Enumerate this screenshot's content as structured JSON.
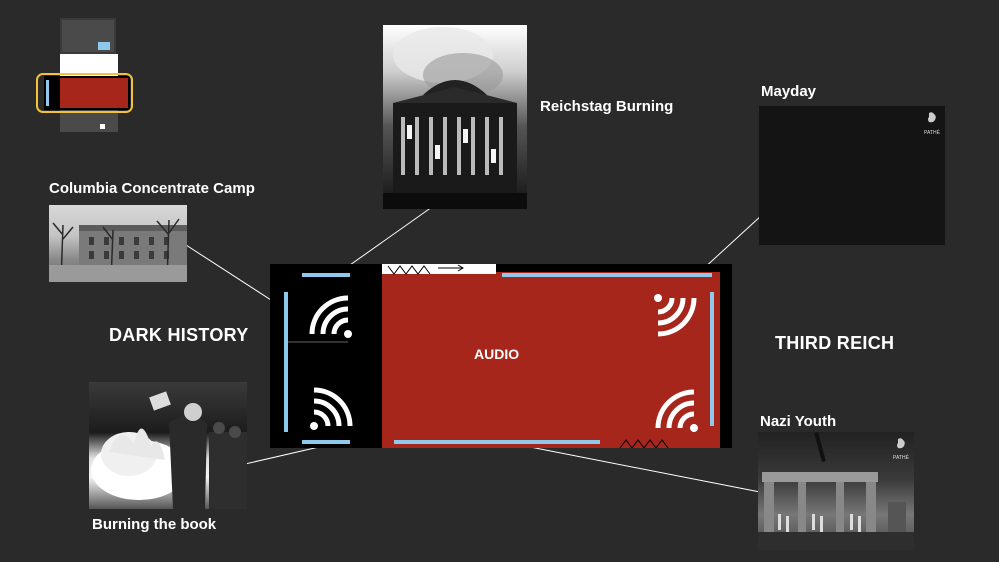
{
  "zone_labels": {
    "left": "DARK HISTORY",
    "right": "THIRD REICH"
  },
  "room": {
    "center_label": "AUDIO"
  },
  "exhibits": {
    "columbia": {
      "title": "Columbia Concentrate Camp"
    },
    "reichstag": {
      "title": "Reichstag Burning"
    },
    "mayday": {
      "title": "Mayday",
      "watermark": "PATHÉ"
    },
    "burning_book": {
      "title": "Burning the book"
    },
    "nazi_youth": {
      "title": "Nazi Youth",
      "watermark": "PATHÉ"
    }
  },
  "colors": {
    "background": "#2a2a2a",
    "room_red": "#a6261c",
    "wall_blue": "#8ec8ea",
    "room_black": "#000000",
    "highlight_yellow": "#f2c23a",
    "text": "#ffffff"
  },
  "icons": {
    "speaker": "wifi-like-sound-wave-icon",
    "map": "floor-plan-thumbnail"
  }
}
